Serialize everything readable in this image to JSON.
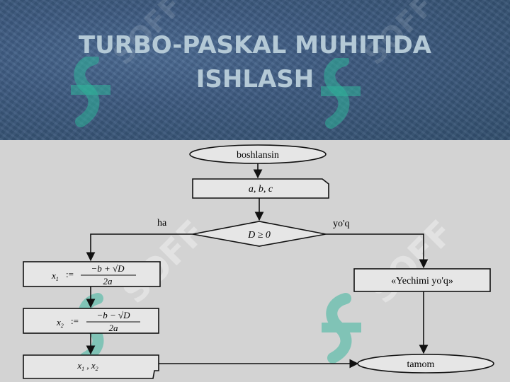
{
  "slide": {
    "title_line1": "TURBO-PASKAL MUHITIDA",
    "title_line2": "ISHLASH"
  },
  "flowchart": {
    "start": "boshlansin",
    "input": "a, b, c",
    "condition": "D ≥ 0",
    "yes_label": "ha",
    "no_label": "yo'q",
    "x1_lhs": "x",
    "x1_sub": "1",
    "assign": ":=",
    "x1_numerator": "−b + √D",
    "x1_denominator": "2a",
    "x2_lhs": "x",
    "x2_sub": "2",
    "x2_numerator": "−b − √D",
    "x2_denominator": "2a",
    "output_x1": "x",
    "output_x1_sub": "1",
    "output_sep": " , ",
    "output_x2": "x",
    "output_x2_sub": "2",
    "no_solution": "«Yechimi yo'q»",
    "end": "tamom"
  },
  "watermark": {
    "text": "SOFF",
    "color": "#2fb59a"
  }
}
